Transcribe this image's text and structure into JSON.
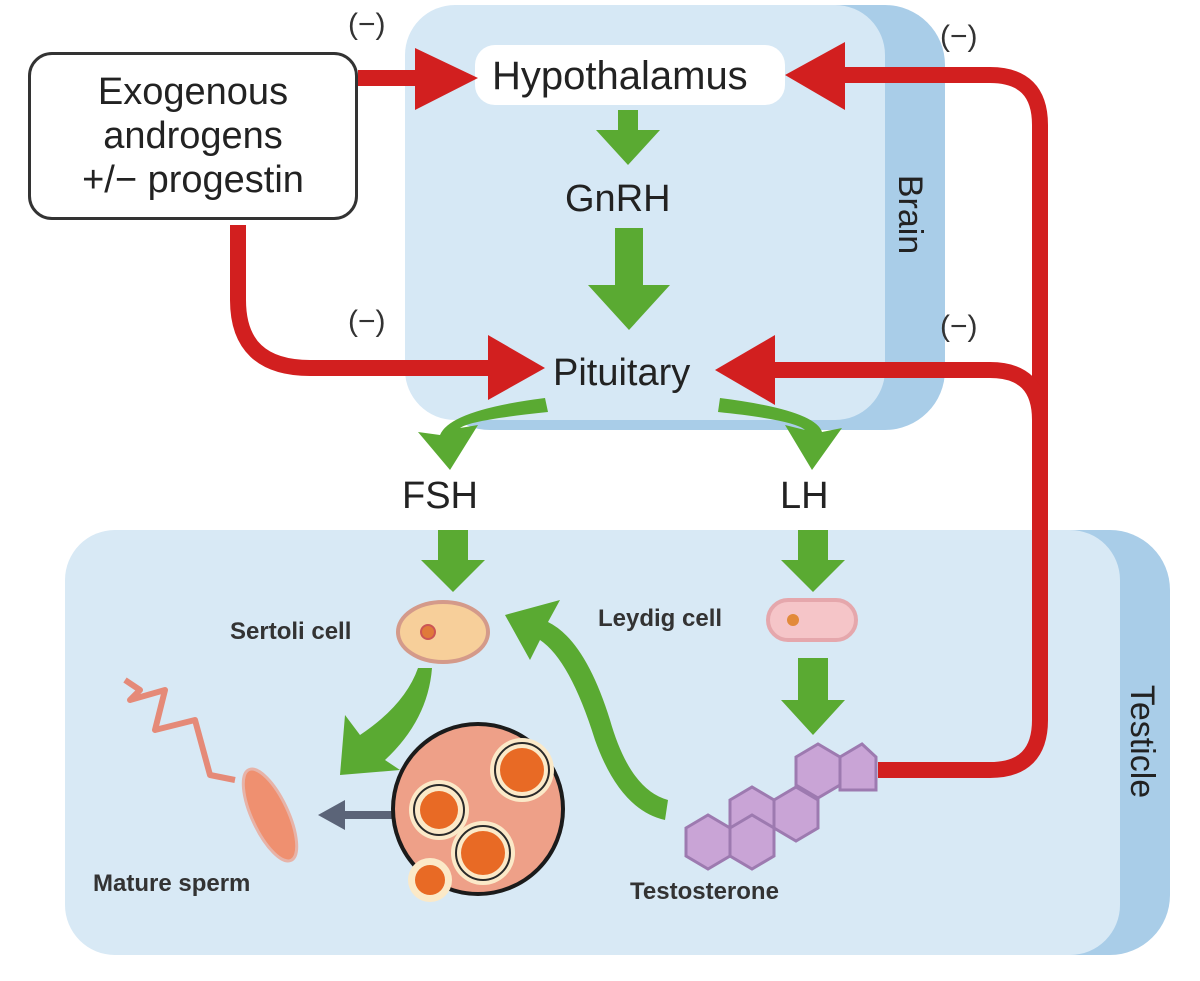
{
  "regions": {
    "brain": "Brain",
    "testicle": "Testicle"
  },
  "source": {
    "lines": [
      "Exogenous",
      "androgens",
      "+/− progestin"
    ]
  },
  "nodes": {
    "hypothalamus": "Hypothalamus",
    "gnrh": "GnRH",
    "pituitary": "Pituitary",
    "fsh": "FSH",
    "lh": "LH",
    "sertoli": "Sertoli cell",
    "leydig": "Leydig cell",
    "testosterone": "Testosterone",
    "sperm": "Mature sperm"
  },
  "feedback_labels": {
    "exo_to_hypothalamus": "(−)",
    "exo_to_pituitary": "(−)",
    "testosterone_to_hypothalamus": "(−)",
    "testosterone_to_pituitary": "(−)"
  },
  "colors": {
    "inhibition": "#d21f1f",
    "stimulation": "#5aaa32",
    "brain_bg": "#d6e8f5",
    "testicle_bg": "#d8e9f5"
  }
}
